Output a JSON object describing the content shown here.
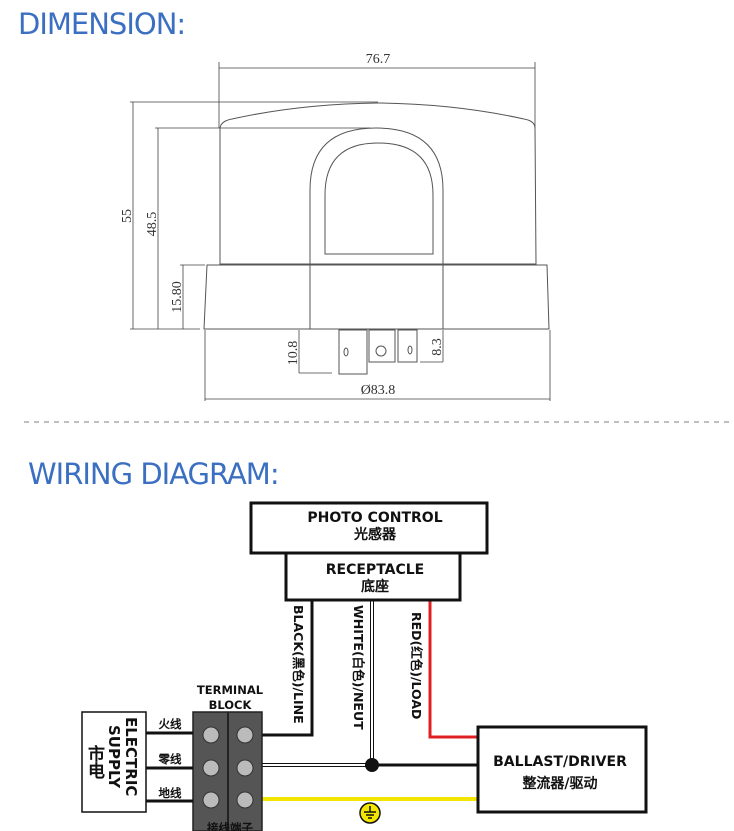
{
  "dimension": {
    "title": "DIMENSION:",
    "width_top": "76.7",
    "height_total": "55",
    "height_cap": "48.5",
    "height_base": "15.80",
    "pin_long": "10.8",
    "pin_short": "8.3",
    "diameter": "Ø83.8"
  },
  "wiring": {
    "title": "WIRING DIAGRAM:",
    "photo_control": {
      "en": "PHOTO CONTROL",
      "zh": "光感器"
    },
    "receptacle": {
      "en": "RECEPTACLE",
      "zh": "底座"
    },
    "wires": {
      "black": "BLACK(黑色)/LINE",
      "white": "WHITE(白色)/NEUT",
      "red": "RED(红色)/LOAD"
    },
    "terminal_block": {
      "line1": "TERMINAL",
      "line2": "BLOCK",
      "zh": "接线端子"
    },
    "supply": {
      "zh": "市电",
      "en1": "ELECTRIC",
      "en2": "SUPPLY",
      "live": "火线",
      "neutral": "零线",
      "ground": "地线"
    },
    "ballast": {
      "en": "BALLAST/DRIVER",
      "zh": "整流器/驱动"
    },
    "colors": {
      "title": "#3b6fc2",
      "red": "#e02020",
      "yellow": "#f2e600",
      "terminal": "#555555"
    }
  }
}
